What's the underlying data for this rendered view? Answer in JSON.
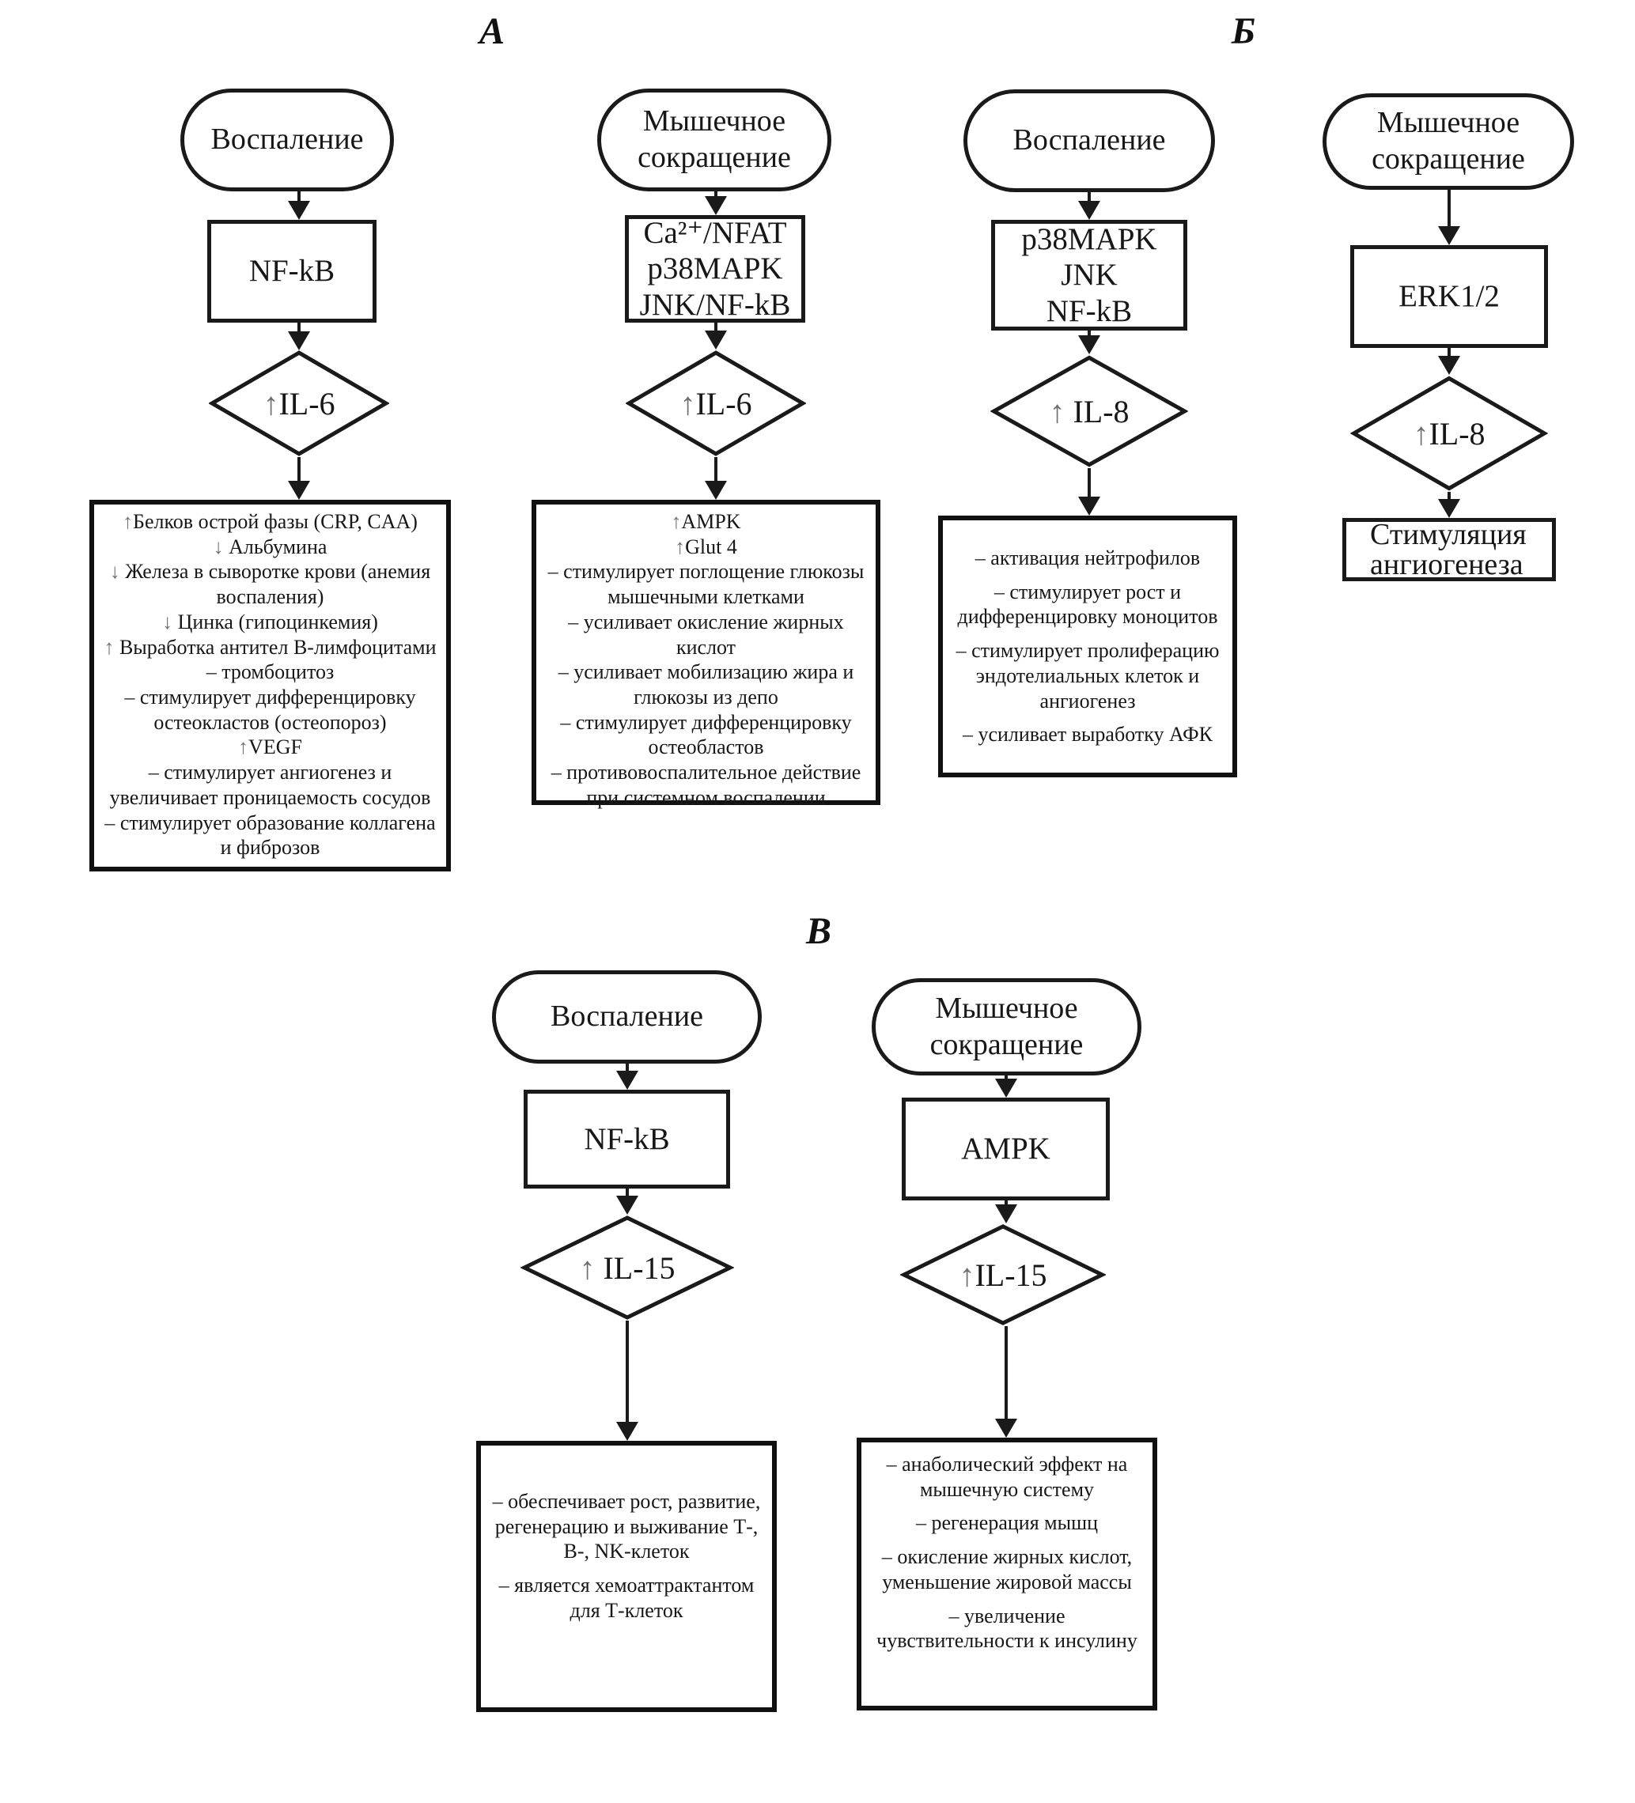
{
  "figure": {
    "background": "#ffffff",
    "stroke_color": "#1a1a1a",
    "arrow_marker_color": "#6f6f6f"
  },
  "section_labels": {
    "a": "А",
    "b": "Б",
    "v": "В"
  },
  "c1": {
    "oval": "Воспаление",
    "rect_lines": [
      "NF-kB"
    ],
    "diamond": {
      "glyph": "↑",
      "label": "IL-6"
    },
    "out_items": [
      {
        "type": "up",
        "glyph": "↑",
        "text": "Белков острой фазы (CRP, CAA)"
      },
      {
        "type": "down",
        "glyph": "↓",
        "text": " Альбумина"
      },
      {
        "type": "down",
        "glyph": "↓",
        "text": " Железа в сыворотке крови (анемия воспаления)"
      },
      {
        "type": "down",
        "glyph": "↓",
        "text": " Цинка (гипоцинкемия)"
      },
      {
        "type": "up",
        "glyph": "↑",
        "text": " Выработка антител В-лимфоцитами"
      },
      {
        "type": "dash",
        "glyph": "–",
        "text": " тромбоцитоз"
      },
      {
        "type": "dash",
        "glyph": "–",
        "text": " стимулирует дифференцировку остеокластов (остеопороз)"
      },
      {
        "type": "up",
        "glyph": "↑",
        "text": "VEGF"
      },
      {
        "type": "dash",
        "glyph": "–",
        "text": " стимулирует ангиогенез и увеличивает проницаемость сосудов"
      },
      {
        "type": "dash",
        "glyph": "–",
        "text": " стимулирует образование коллагена и фиброзов"
      }
    ]
  },
  "c2": {
    "oval": "Мышечное сокращение",
    "rect_lines": [
      "Ca²⁺/NFAT",
      "p38MAPK",
      "JNK/NF-kB"
    ],
    "diamond": {
      "glyph": "↑",
      "label": "IL-6"
    },
    "out_items": [
      {
        "type": "up",
        "glyph": "↑",
        "text": "AMPK"
      },
      {
        "type": "up",
        "glyph": "↑",
        "text": "Glut 4"
      },
      {
        "type": "dash",
        "glyph": "–",
        "text": " стимулирует поглощение глюкозы мышечными клетками"
      },
      {
        "type": "dash",
        "glyph": "–",
        "text": " усиливает окисление жирных кислот"
      },
      {
        "type": "dash",
        "glyph": "–",
        "text": " усиливает мобилизацию жира и глюкозы из депо"
      },
      {
        "type": "dash",
        "glyph": "–",
        "text": " стимулирует дифференцировку остеобластов"
      },
      {
        "type": "dash",
        "glyph": "–",
        "text": " противовоспалительное действие при системном воспалении"
      }
    ]
  },
  "c3": {
    "oval": "Воспаление",
    "rect_lines": [
      "p38MAPK",
      "JNK",
      "NF-kB"
    ],
    "diamond": {
      "glyph": "↑",
      "label": " IL-8"
    },
    "out_items": [
      {
        "type": "dash",
        "glyph": "–",
        "text": " активация нейтрофилов"
      },
      {
        "type": "dash",
        "glyph": "–",
        "text": " стимулирует рост и дифференцировку моноцитов"
      },
      {
        "type": "dash",
        "glyph": "–",
        "text": " стимулирует пролиферацию эндотелиальных клеток и ангиогенез"
      },
      {
        "type": "dash",
        "glyph": "–",
        "text": " усиливает выработку АФК"
      }
    ]
  },
  "c4": {
    "oval": "Мышечное сокращение",
    "rect_lines": [
      "ERK1/2"
    ],
    "diamond": {
      "glyph": "↑",
      "label": "IL-8"
    },
    "terminal": "Стимуляция ангиогенеза"
  },
  "c5": {
    "oval": "Воспаление",
    "rect_lines": [
      "NF-kB"
    ],
    "diamond": {
      "glyph": "↑",
      "label": " IL-15"
    },
    "out_items": [
      {
        "type": "dash",
        "glyph": "–",
        "text": " обеспечивает рост, развитие, регенерацию и выживание Т-, В-, NK-клеток"
      },
      {
        "type": "dash",
        "glyph": "–",
        "text": " является хемоаттрактантом для Т-клеток"
      }
    ]
  },
  "c6": {
    "oval": "Мышечное сокращение",
    "rect_lines": [
      "AMPK"
    ],
    "diamond": {
      "glyph": "↑",
      "label": "IL-15"
    },
    "out_items": [
      {
        "type": "dash",
        "glyph": "–",
        "text": " анаболический эффект на мышечную систему"
      },
      {
        "type": "dash",
        "glyph": "–",
        "text": " регенерация мышц"
      },
      {
        "type": "dash",
        "glyph": "–",
        "text": " окисление жирных кислот, уменьшение жировой массы"
      },
      {
        "type": "dash",
        "glyph": "–",
        "text": " увеличение чувствительности к инсулину"
      }
    ]
  }
}
